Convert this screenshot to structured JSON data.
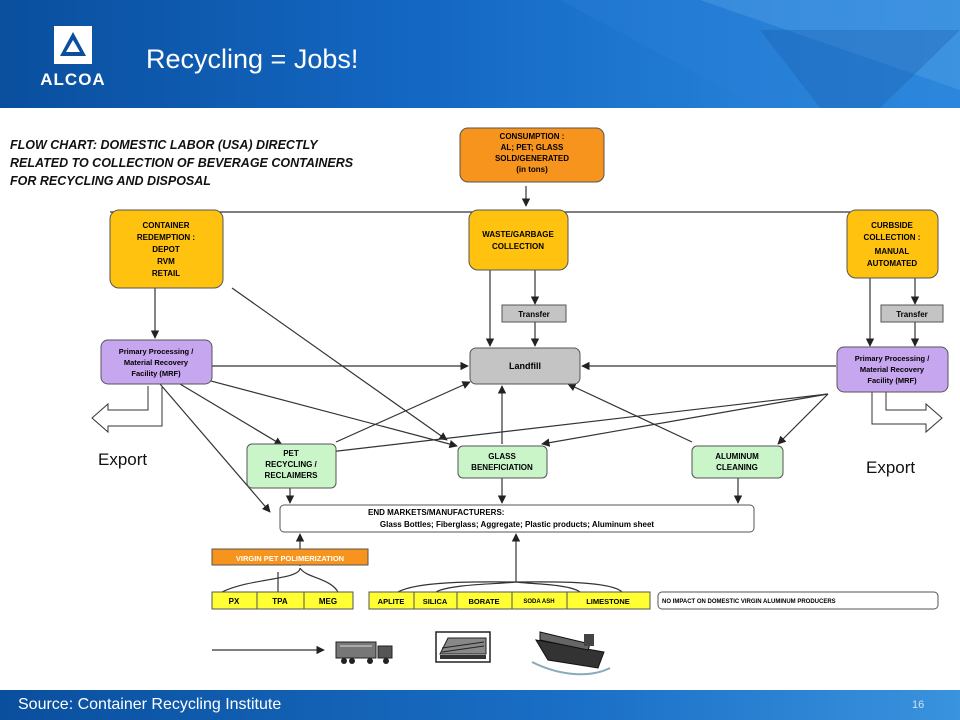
{
  "header": {
    "logo_text": "ALCOA",
    "title": "Recycling = Jobs!"
  },
  "chart_title": [
    "FLOW CHART: DOMESTIC LABOR (USA) DIRECTLY",
    "RELATED TO COLLECTION OF BEVERAGE CONTAINERS",
    "FOR RECYCLING AND DISPOSAL"
  ],
  "nodes": {
    "consumption": [
      "CONSUMPTION :",
      "AL; PET; GLASS",
      "SOLD/GENERATED",
      "(in tons)"
    ],
    "container_redemption": [
      "CONTAINER",
      "REDEMPTION :",
      "DEPOT",
      "RVM",
      "RETAIL"
    ],
    "waste_collection": [
      "WASTE/GARBAGE",
      "COLLECTION"
    ],
    "curbside": [
      "CURBSIDE",
      "COLLECTION :",
      "MANUAL",
      "AUTOMATED"
    ],
    "transfer_left": "Transfer",
    "transfer_right": "Transfer",
    "landfill": "Landfill",
    "mrf_left": [
      "Primary Processing /",
      "Material Recovery",
      "Facility (MRF)"
    ],
    "mrf_right": [
      "Primary Processing /",
      "Material Recovery",
      "Facility (MRF)"
    ],
    "pet_recycling": [
      "PET",
      "RECYCLING /",
      "RECLAIMERS"
    ],
    "glass_beneficiation": [
      "GLASS",
      "BENEFICIATION"
    ],
    "aluminum_cleaning": [
      "ALUMINUM",
      "CLEANING"
    ],
    "end_markets": [
      "END MARKETS/MANUFACTURERS:",
      "Glass Bottles; Fiberglass; Aggregate; Plastic products; Aluminum sheet"
    ],
    "virgin_pet": "VIRGIN PET POLIMERIZATION",
    "px": "PX",
    "tpa": "TPA",
    "meg": "MEG",
    "aplite": "APLITE",
    "silica": "SILICA",
    "borate": "BORATE",
    "soda_ash": "SODA ASH",
    "limestone": "LIMESTONE",
    "no_impact": "NO IMPACT ON DOMESTIC  VIRGIN ALUMINUM PRODUCERS"
  },
  "export_left": "Export",
  "export_right": "Export",
  "colors": {
    "orange": "#f7941d",
    "yellow": "#ffc20e",
    "purple": "#c7a6f0",
    "green": "#c9f5c9",
    "gray": "#c4c4c4",
    "header_blue": "#1468c4"
  },
  "icons": [
    "truck-icon",
    "train-icon",
    "ship-icon"
  ],
  "footer": {
    "source": "Source:  Container Recycling Institute",
    "page": "16"
  }
}
